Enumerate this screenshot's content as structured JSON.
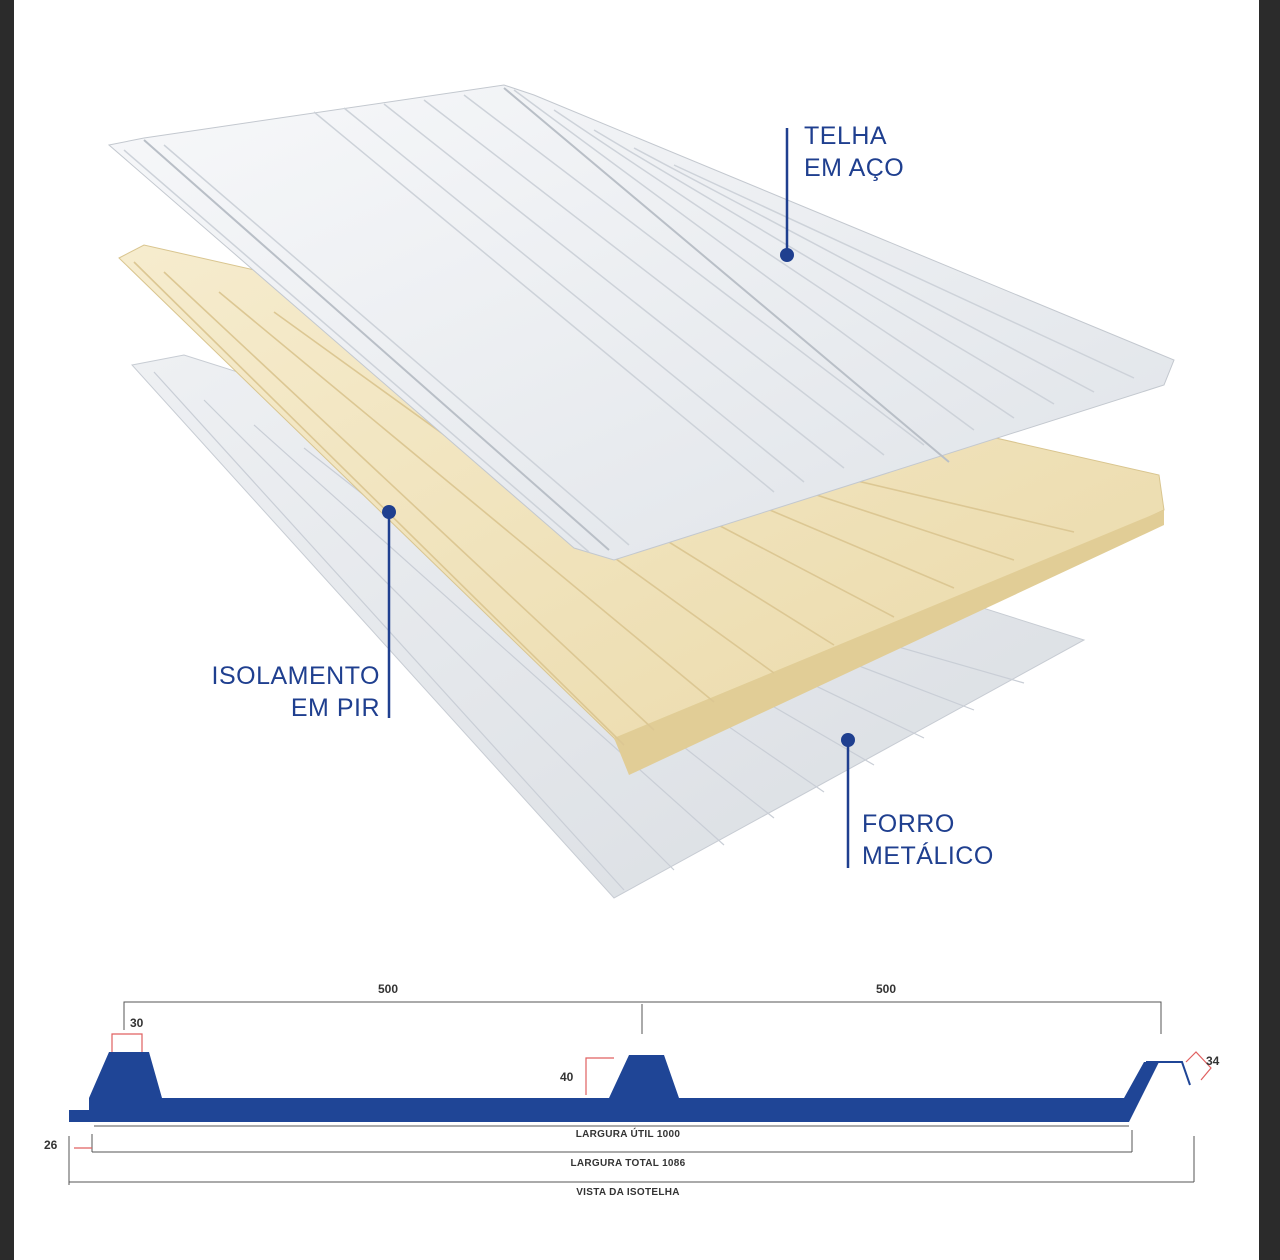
{
  "colors": {
    "brand_blue": "#1f3f8f",
    "profile_blue": "#1f4596",
    "dimension_red": "#e06060",
    "steel_light": "#eceef1",
    "steel_rib": "#cfd3d9",
    "foam": "#f2e6c2",
    "foam_rib": "#e2d2a5"
  },
  "layers": [
    {
      "id": "telha",
      "line1": "TELHA",
      "line2": "EM AÇO"
    },
    {
      "id": "isolamento",
      "line1": "ISOLAMENTO",
      "line2": "EM PIR"
    },
    {
      "id": "forro",
      "line1": "FORRO",
      "line2": "METÁLICO"
    }
  ],
  "profile": {
    "span_left": "500",
    "span_right": "500",
    "rib_top_width": "30",
    "rib_height": "40",
    "overlap_height": "34",
    "edge_offset": "26",
    "useful_width_label": "LARGURA ÚTIL 1000",
    "total_width_label": "LARGURA TOTAL 1086",
    "view_label": "VISTA DA ISOTELHA"
  }
}
